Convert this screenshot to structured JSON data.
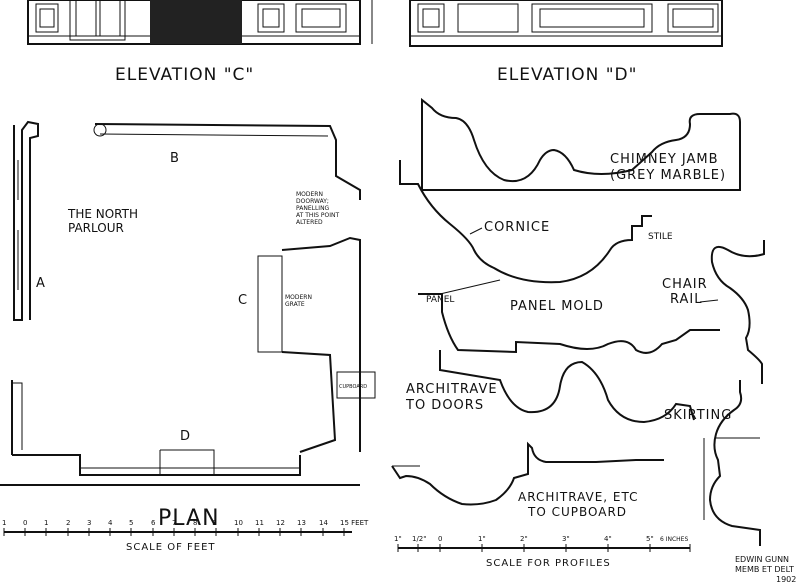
{
  "headings": {
    "elevation_c": "ELEVATION \"C\"",
    "elevation_d": "ELEVATION \"D\"",
    "plan": "PLAN"
  },
  "plan": {
    "room": [
      "THE NORTH",
      "PARLOUR"
    ],
    "note": [
      "MODERN",
      "DOORWAY;",
      "PANELLING",
      "AT THIS POINT",
      "ALTERED"
    ],
    "wall_a": "A",
    "wall_b": "B",
    "wall_c": "C",
    "wall_d": "D",
    "grate": [
      "MODERN",
      "GRATE"
    ],
    "cupboard": "CUPBOARD"
  },
  "scale_feet": {
    "ticks": [
      "1",
      "0",
      "1",
      "2",
      "3",
      "4",
      "5",
      "6",
      "7",
      "8",
      "9",
      "10",
      "11",
      "12",
      "13",
      "14",
      "15 FEET"
    ],
    "label": "SCALE OF FEET"
  },
  "profiles": {
    "chimney": [
      "CHIMNEY JAMB",
      "(GREY MARBLE)"
    ],
    "cornice": "CORNICE",
    "stile": "STILE",
    "panel": "PANEL",
    "panel_mold": "PANEL MOLD",
    "chair_rail": [
      "CHAIR",
      "RAIL"
    ],
    "architrave_doors": [
      "ARCHITRAVE",
      "TO DOORS"
    ],
    "skirting": "SKIRTING",
    "architrave_cupboard": [
      "ARCHITRAVE, ETC",
      "TO CUPBOARD"
    ]
  },
  "scale_profiles": {
    "ticks": [
      "1\"",
      "1/2\"",
      "0",
      "1\"",
      "2\"",
      "3\"",
      "4\"",
      "5\"",
      "6 INCHES"
    ],
    "label": "SCALE FOR PROFILES"
  },
  "signature": [
    "EDWIN GUNN",
    "MEMB ET DELT",
    "1902"
  ]
}
